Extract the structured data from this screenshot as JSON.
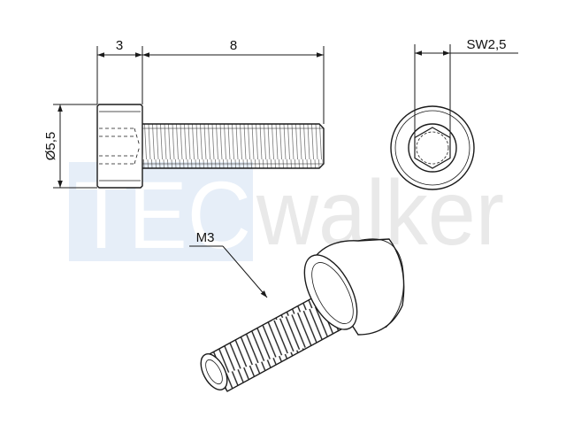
{
  "dimensions": {
    "head_length": "3",
    "thread_length": "8",
    "head_diameter": "Ø5,5",
    "drive_size": "SW2,5",
    "thread_size": "M3"
  },
  "watermark": {
    "part1": "TEC",
    "part2": "walker"
  },
  "colors": {
    "line": "#1a1a1a",
    "watermark_box": "#e6eef8",
    "watermark_tec": "#ffffff",
    "watermark_walker": "#e9e9e9"
  }
}
